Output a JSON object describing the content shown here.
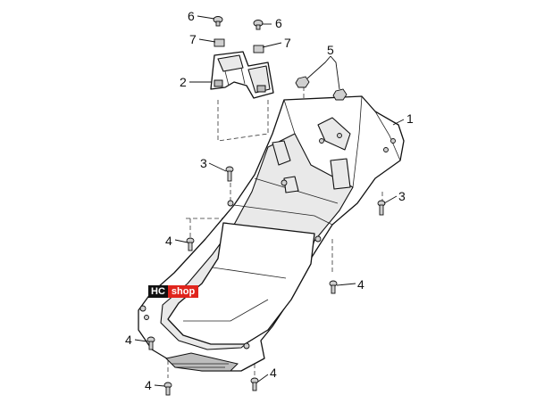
{
  "diagram": {
    "callouts": [
      {
        "id": "c1",
        "label": "1"
      },
      {
        "id": "c2",
        "label": "2"
      },
      {
        "id": "c3a",
        "label": "3"
      },
      {
        "id": "c3b",
        "label": "3"
      },
      {
        "id": "c4a",
        "label": "4"
      },
      {
        "id": "c4b",
        "label": "4"
      },
      {
        "id": "c4c",
        "label": "4"
      },
      {
        "id": "c4d",
        "label": "4"
      },
      {
        "id": "c4e",
        "label": "4"
      },
      {
        "id": "c5",
        "label": "5"
      },
      {
        "id": "c6a",
        "label": "6"
      },
      {
        "id": "c6b",
        "label": "6"
      },
      {
        "id": "c7a",
        "label": "7"
      },
      {
        "id": "c7b",
        "label": "7"
      }
    ],
    "watermark": {
      "hc": "HC",
      "shop": "shop",
      "hc_color": "#111111",
      "shop_color": "#e0241c"
    }
  }
}
